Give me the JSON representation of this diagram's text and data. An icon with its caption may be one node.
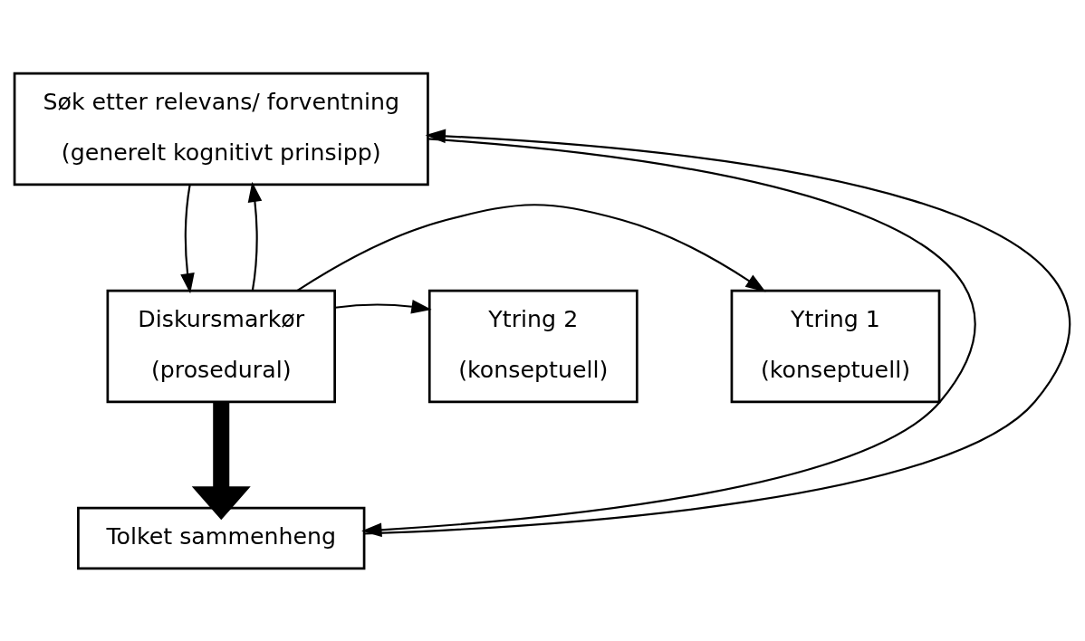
{
  "diagram": {
    "nodes": [
      {
        "text": [
          "Søk etter relevans/ forventning",
          "(generelt kognitivt prinsipp)"
        ]
      },
      {
        "text": [
          "Ytring 1",
          "(konseptuell)"
        ]
      },
      {
        "text": [
          "Diskursmarkør",
          "(prosedural)"
        ]
      },
      {
        "text": [
          "Ytring 2",
          "(konseptuell)"
        ]
      },
      {
        "text": [
          "Tolket sammenheng"
        ]
      }
    ],
    "edges": [
      {
        "from": 0,
        "to": 2,
        "arrow": "to"
      },
      {
        "from": 2,
        "to": 0,
        "arrow": "to"
      },
      {
        "from": 2,
        "to": 1,
        "arrow": "to"
      },
      {
        "from": 2,
        "to": 3,
        "arrow": "to"
      },
      {
        "from": 2,
        "to": 4,
        "arrow": "to",
        "style": "thick"
      },
      {
        "from": 0,
        "to": 4,
        "arrow": "to"
      },
      {
        "from": 4,
        "to": 0,
        "arrow": "to"
      }
    ]
  }
}
